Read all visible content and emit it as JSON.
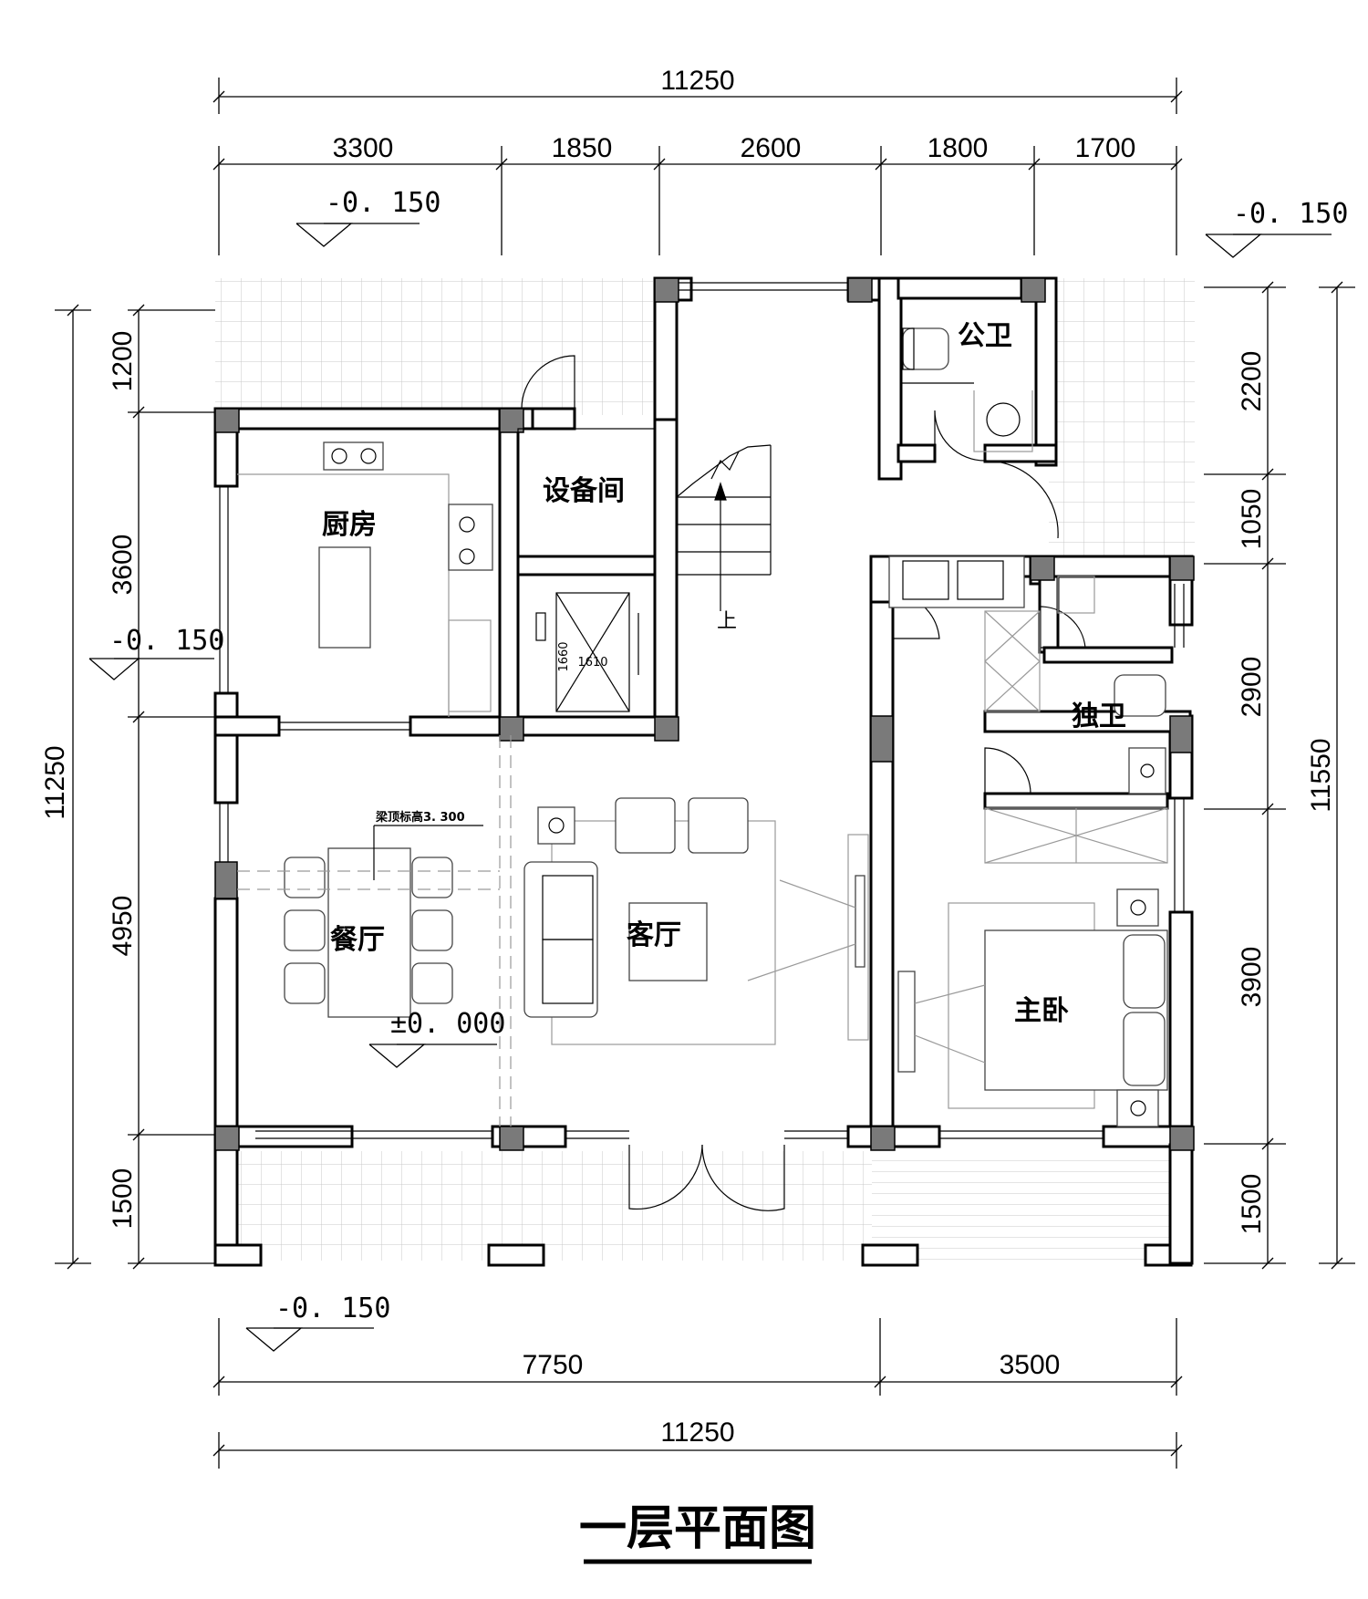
{
  "title": "一层平面图",
  "dimensions": {
    "top_total": "11250",
    "top_segments": [
      "3300",
      "1850",
      "2600",
      "1800",
      "1700"
    ],
    "bottom_segments": [
      "7750",
      "3500"
    ],
    "bottom_total": "11250",
    "left_total": "11250",
    "left_segments": [
      "1200",
      "3600",
      "4950",
      "1500"
    ],
    "right_total": "11550",
    "right_segments": [
      "2200",
      "1050",
      "2900",
      "3900",
      "1500"
    ]
  },
  "levels": {
    "top_left": "-0. 150",
    "top_right": "-0. 150",
    "left_mid": "-0. 150",
    "bottom_left": "-0. 150",
    "floor": "±0. 000"
  },
  "rooms": {
    "kitchen": "厨房",
    "equipment": "设备间",
    "public_wc": "公卫",
    "private_wc": "独卫",
    "dining": "餐厅",
    "living": "客厅",
    "master_bedroom": "主卧"
  },
  "notes": {
    "beam_height": "梁顶标高3. 300",
    "stair_up": "上",
    "elevator_w": "1610",
    "elevator_h": "1660"
  }
}
